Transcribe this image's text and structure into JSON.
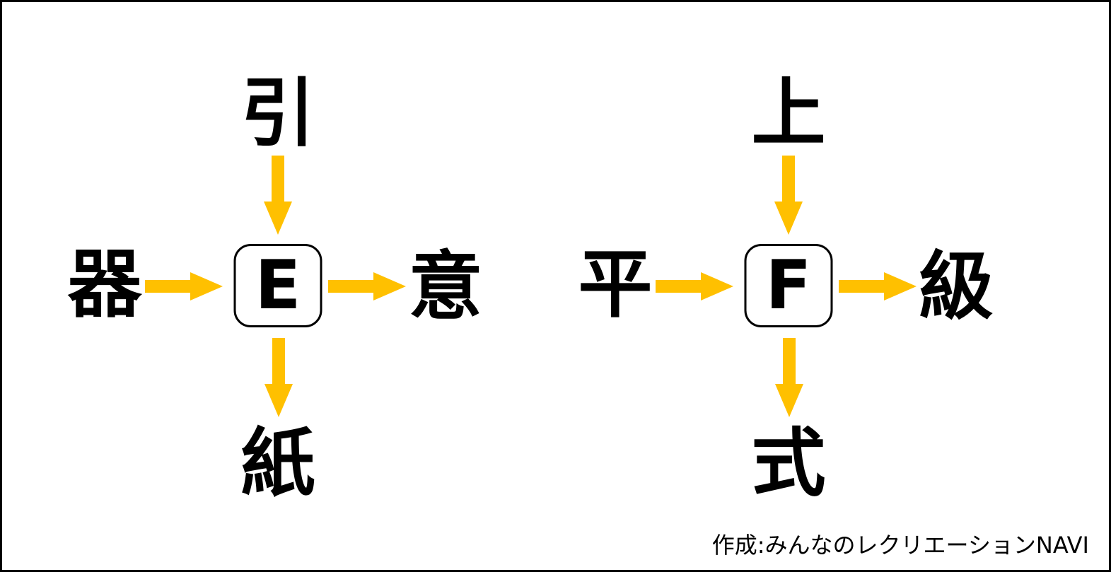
{
  "diagram": {
    "background_color": "#ffffff",
    "border_color": "#000000",
    "text_color": "#000000",
    "arrow_color": "#FFC000",
    "credit": "作成:みんなのレクリエーションNAVI",
    "puzzles": [
      {
        "id": "E",
        "center_letter": "E",
        "top_kanji": "引",
        "left_kanji": "器",
        "right_kanji": "意",
        "bottom_kanji": "紙"
      },
      {
        "id": "F",
        "center_letter": "F",
        "top_kanji": "上",
        "left_kanji": "平",
        "right_kanji": "級",
        "bottom_kanji": "式"
      }
    ]
  }
}
